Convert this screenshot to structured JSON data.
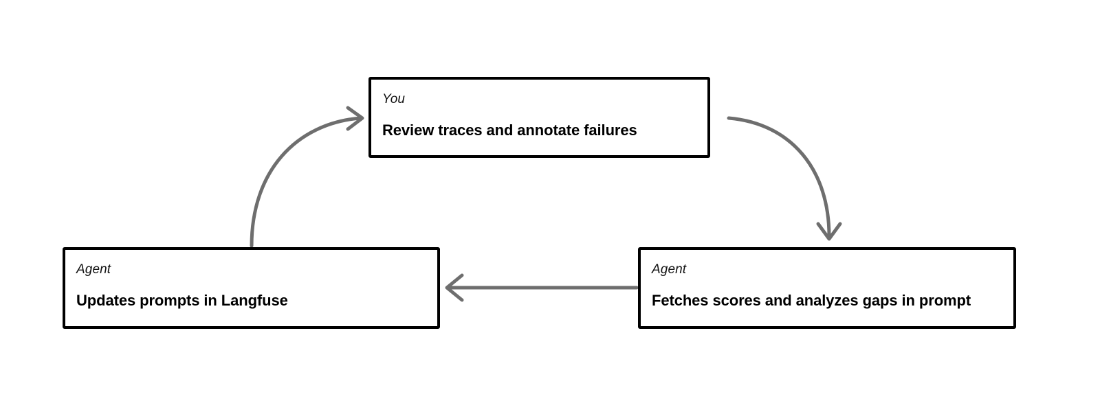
{
  "diagram": {
    "type": "cycle-flowchart",
    "background_color": "#ffffff",
    "node_border_color": "#000000",
    "connector_color": "#6e6e6e",
    "nodes": [
      {
        "id": "you",
        "role": "You",
        "title": "Review traces and annotate failures"
      },
      {
        "id": "update",
        "role": "Agent",
        "title": "Updates prompts in Langfuse"
      },
      {
        "id": "fetch",
        "role": "Agent",
        "title": "Fetches scores and analyzes gaps in prompt"
      }
    ],
    "connectors": [
      {
        "id": "update-to-you",
        "from": "update",
        "to": "you",
        "shape": "curve",
        "direction": "up-right"
      },
      {
        "id": "you-to-fetch",
        "from": "you",
        "to": "fetch",
        "shape": "curve",
        "direction": "down-right"
      },
      {
        "id": "fetch-to-update",
        "from": "fetch",
        "to": "update",
        "shape": "line",
        "direction": "left"
      }
    ]
  }
}
